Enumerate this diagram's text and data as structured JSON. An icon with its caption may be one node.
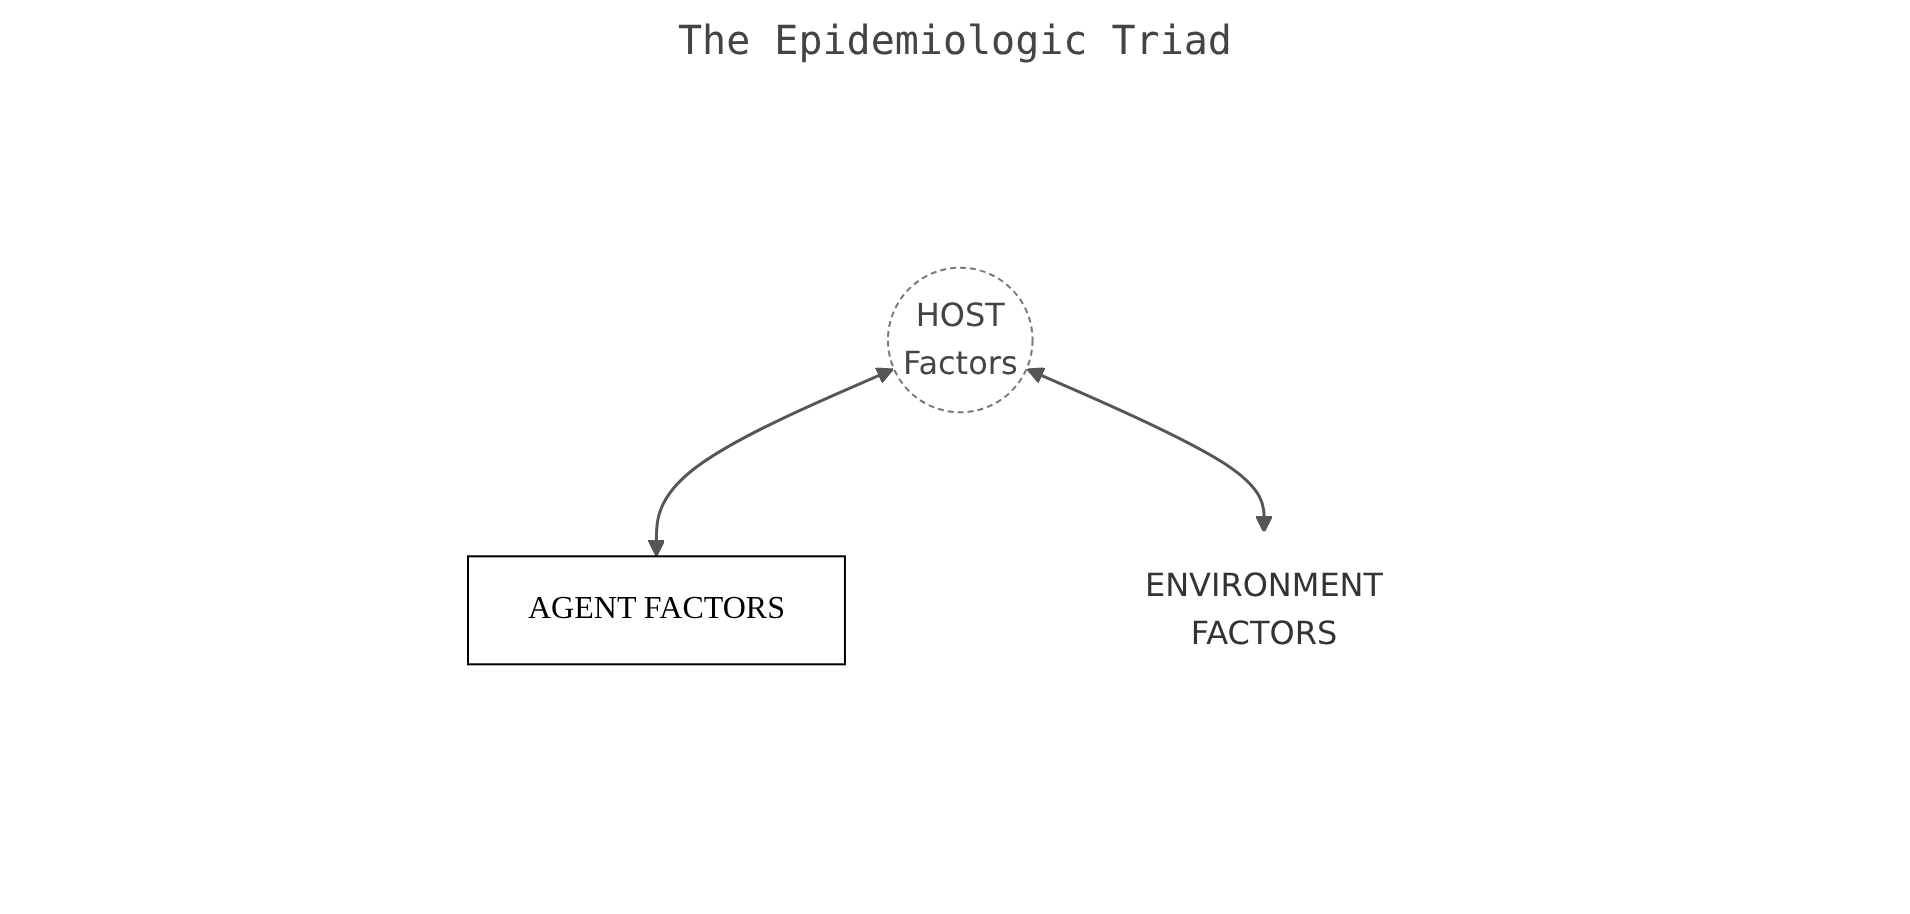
{
  "diagram": {
    "title": "The Epidemiologic Triad",
    "nodes": [
      {
        "text": [
          "HOST",
          "Factors"
        ]
      },
      {
        "text": [
          "AGENT FACTORS"
        ]
      },
      {
        "text": [
          "ENVIRONMENT",
          "FACTORS"
        ]
      }
    ],
    "edges": [
      {
        "from": 0,
        "to": 1,
        "arrow": "both"
      },
      {
        "from": 0,
        "to": 2,
        "arrow": "both"
      }
    ]
  }
}
